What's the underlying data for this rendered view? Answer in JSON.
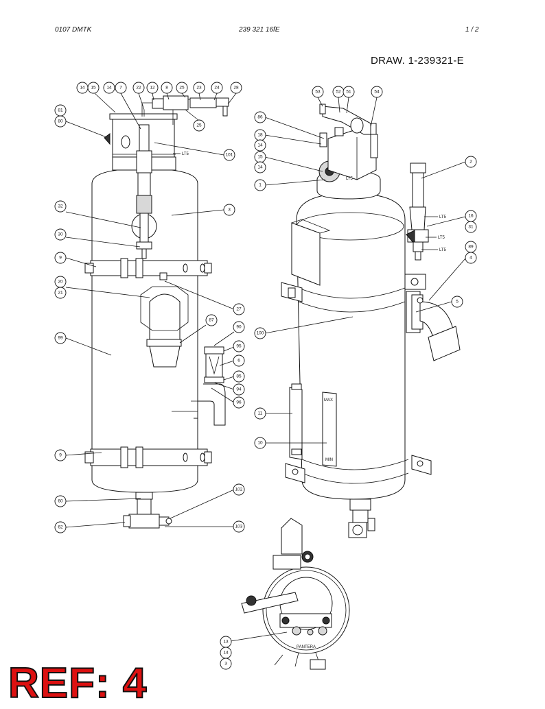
{
  "header": {
    "left": "0107 DMTK",
    "center": "239 321 16fE",
    "right": "1 /  2"
  },
  "drawing_title": "DRAW. 1-239321-E",
  "ref_label": "REF: 4",
  "left_view": {
    "callouts": [
      "14",
      "15",
      "14",
      "7",
      "22",
      "12",
      "8",
      "25",
      "23",
      "24",
      "28",
      "25",
      "81",
      "80",
      "101",
      "32",
      "3",
      "30",
      "9",
      "20",
      "21",
      "27",
      "87",
      "90",
      "99",
      "95",
      "6",
      "85",
      "94",
      "96",
      "9",
      "102",
      "60",
      "62",
      "103"
    ],
    "tags": [
      "LT5"
    ]
  },
  "right_view": {
    "callouts": [
      "53",
      "52",
      "51",
      "54",
      "86",
      "18",
      "14",
      "15",
      "14",
      "1",
      "2",
      "16",
      "31",
      "89",
      "4",
      "5",
      "100",
      "11",
      "10"
    ],
    "tags": [
      "LT5",
      "LT5",
      "LT5",
      "LT5"
    ],
    "gauge_labels": [
      "MAX",
      "MIN"
    ]
  },
  "bottom_view": {
    "callouts": [
      "13",
      "14",
      "3"
    ],
    "brand": "PANTERA"
  }
}
